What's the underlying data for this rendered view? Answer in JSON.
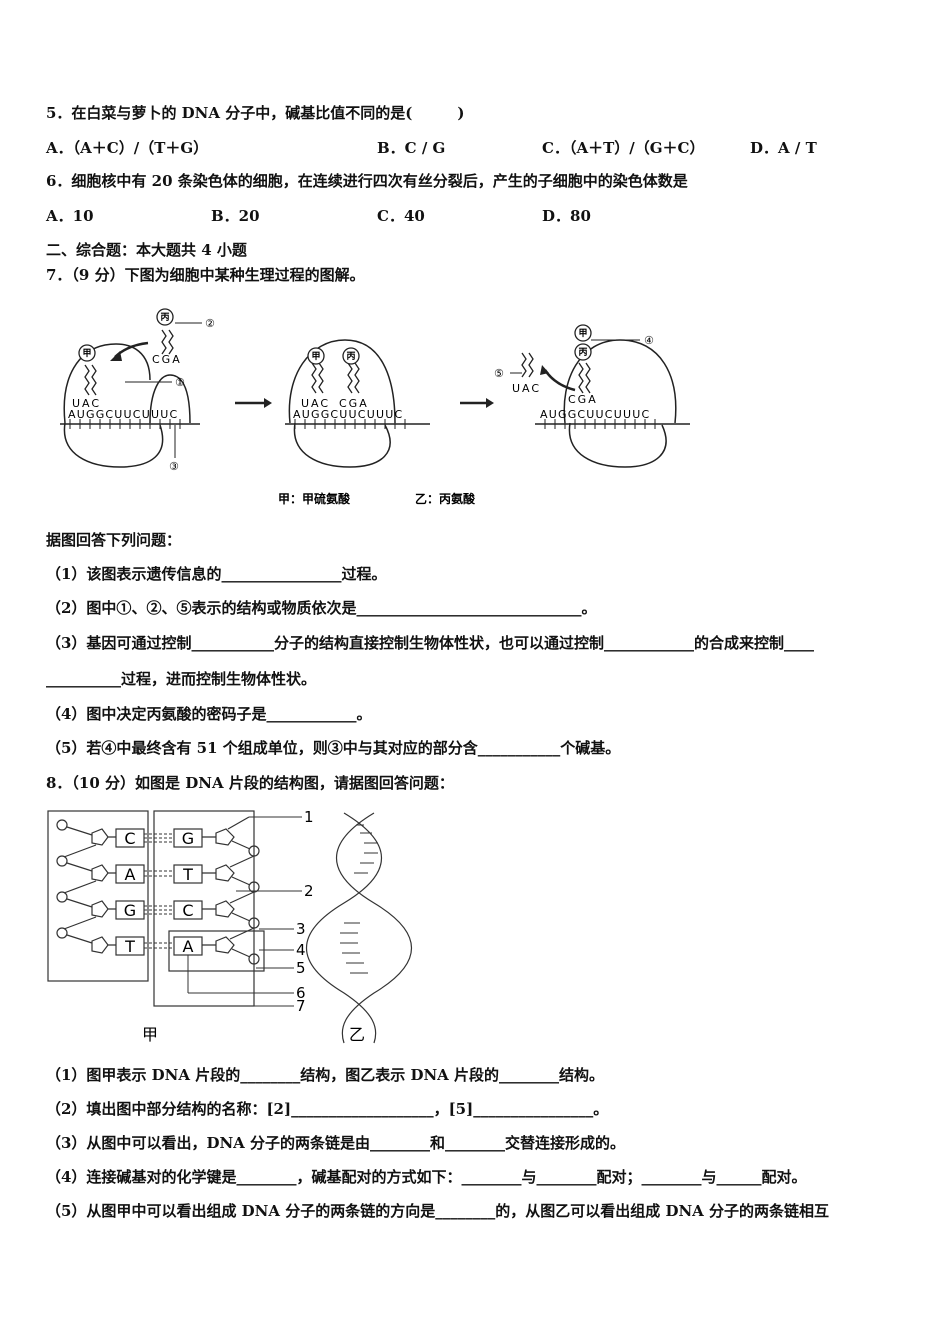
{
  "q5": {
    "stem": "5．在白菜与萝卜的 DNA 分子中，碱基比值不同的是(　　　)",
    "options": [
      "A．（A＋C）/（T＋G）",
      "B．C / G",
      "C．（A＋T）/（G＋C）",
      "D．A / T"
    ]
  },
  "q6": {
    "stem": "6．细胞核中有 20 条染色体的细胞，在连续进行四次有丝分裂后，产生的子细胞中的染色体数是",
    "options": [
      "A．10",
      "B．20",
      "C．40",
      "D．80"
    ]
  },
  "section2": "二、综合题：本大题共 4 小题",
  "q7": {
    "stem": "7．（9 分）下图为细胞中某种生理过程的图解。",
    "figure": {
      "labels": {
        "jia": "甲",
        "bing": "丙",
        "c1": "①",
        "c2": "②",
        "c3": "③",
        "c4": "④",
        "c5": "⑤",
        "uac": "UAC",
        "cga": "CGA",
        "mrna1": "AUGGCUUCUUUC",
        "mrna2": "AUGGCUUCUUUC",
        "mrna3": "AUGGCUUCUUUC"
      },
      "legend1": "甲：甲硫氨酸",
      "legend2": "乙：丙氨酸"
    },
    "intro": "据图回答下列问题：",
    "subs": [
      "（1）该图表示遗传信息的________________过程。",
      "（2）图中①、②、⑤表示的结构或物质依次是______________________________。",
      "（3）基因可通过控制___________分子的结构直接控制生物体性状，也可以通过控制____________的合成来控制____",
      "__________过程，进而控制生物体性状。",
      "（4）图中决定丙氨酸的密码子是____________。",
      "（5）若④中最终含有 51 个组成单位，则③中与其对应的部分含___________个碱基。"
    ]
  },
  "q8": {
    "stem": "8．（10 分）如图是 DNA 片段的结构图，请据图回答问题：",
    "figure": {
      "bases_left": [
        "C",
        "A",
        "G",
        "T"
      ],
      "bases_right": [
        "G",
        "T",
        "C",
        "A"
      ],
      "numbers": [
        "1",
        "2",
        "3",
        "4",
        "5",
        "6",
        "7"
      ],
      "caption_left": "甲",
      "caption_right": "乙"
    },
    "subs": [
      "（1）图甲表示 DNA 片段的________结构，图乙表示 DNA 片段的________结构。",
      "（2）填出图中部分结构的名称：[2]___________________，[5]________________。",
      "（3）从图中可以看出，DNA 分子的两条链是由________和________交替连接形成的。",
      "（4）连接碱基对的化学键是________，碱基配对的方式如下：________与________配对；________与______配对。",
      "（5）从图甲中可以看出组成 DNA 分子的两条链的方向是________的，从图乙可以看出组成 DNA 分子的两条链相互"
    ]
  }
}
